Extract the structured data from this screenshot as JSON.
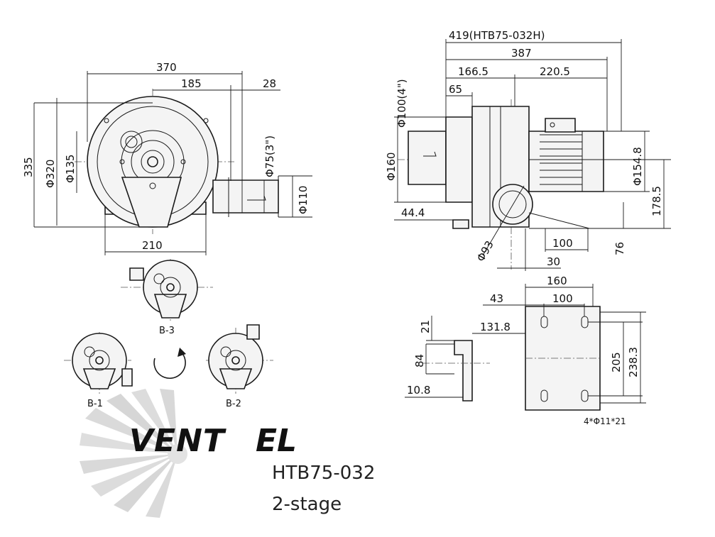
{
  "logo": {
    "text": "VENTEL",
    "colors": {
      "fan": "#d8d8d8",
      "ven": "#c4c4c4",
      "tel": "#a9cbe6"
    }
  },
  "caption": {
    "model": "HTB75-032",
    "stage": "2-stage"
  },
  "front_view": {
    "width": "370",
    "half_width": "185",
    "outlet_offset": "28",
    "height": "335",
    "outer_dia": "Φ320",
    "inner_dia": "Φ135",
    "outlet_dia": "Φ75(3\")",
    "outlet_flange": "Φ110",
    "base_width": "210"
  },
  "side_view": {
    "total_h": "419(HTB75-032H)",
    "total": "387",
    "seg1": "166.5",
    "seg2": "220.5",
    "inlet_len": "65",
    "inlet_dia": "Φ100(4\")",
    "inlet_flange": "Φ160",
    "motor_dia": "Φ154.8",
    "motor_h": "178.5",
    "base_off": "44.4",
    "outlet_dia": "Φ93",
    "foot_w": "100",
    "foot_h": "76",
    "foot_off": "30"
  },
  "base_plan": {
    "width": "160",
    "hole_pitch": "100",
    "offset": "43",
    "height": "205",
    "overall": "238.3",
    "edge": "131.8",
    "top": "21",
    "side": "84",
    "plate": "10.8",
    "holes": "4*Φ11*21"
  },
  "orientations": {
    "b1": "B-1",
    "b2": "B-2",
    "b3": "B-3"
  }
}
